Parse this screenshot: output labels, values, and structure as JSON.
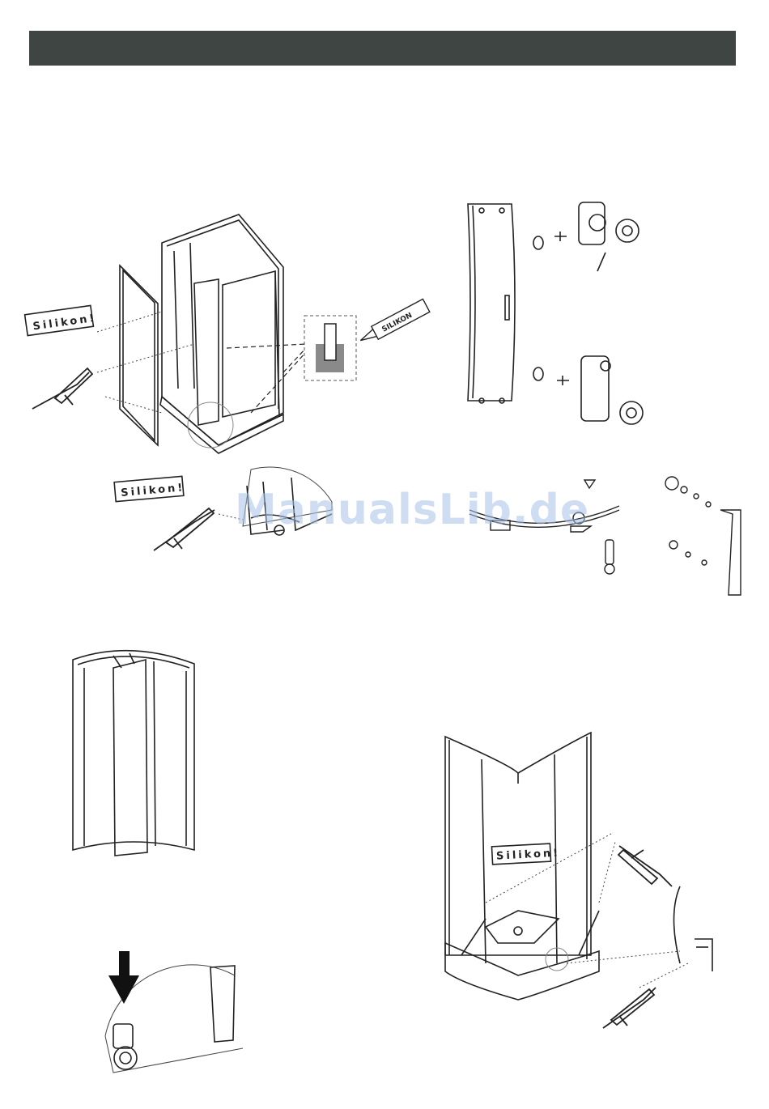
{
  "header": {
    "title": ""
  },
  "labels": {
    "silikon_label_1": "Silikon!",
    "silikon_label_2": "Silikon!",
    "silikon_label_3": "Silikon!",
    "silikon_tube_text": "SILIKON"
  },
  "watermark": {
    "text": "ManualsLib.de"
  },
  "colors": {
    "header_bar": "#3e4543",
    "watermark": "#a9c3ea",
    "sealant_profile": "#8a8a8a"
  }
}
